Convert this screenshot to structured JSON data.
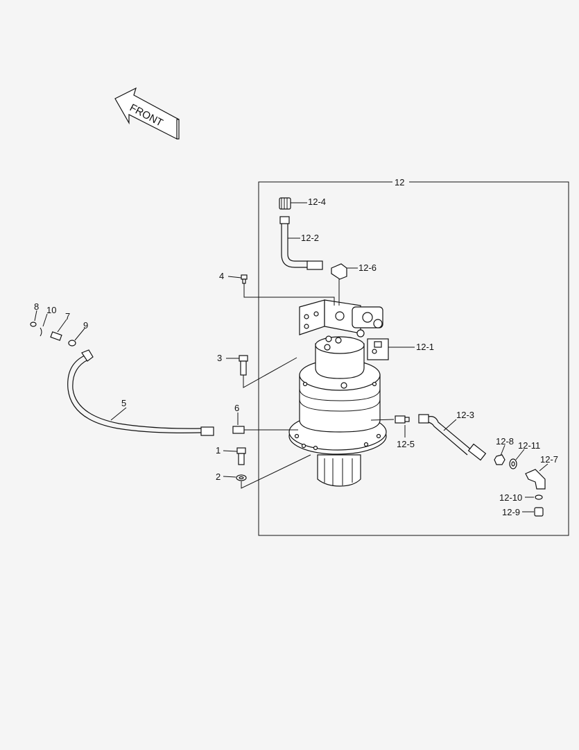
{
  "front_label": "FRONT",
  "group_label": "12",
  "callouts": {
    "c1": "1",
    "c2": "2",
    "c3": "3",
    "c4": "4",
    "c5": "5",
    "c6": "6",
    "c7": "7",
    "c8": "8",
    "c9": "9",
    "c10": "10",
    "c12_1": "12-1",
    "c12_2": "12-2",
    "c12_3": "12-3",
    "c12_4": "12-4",
    "c12_5": "12-5",
    "c12_6": "12-6",
    "c12_7": "12-7",
    "c12_8": "12-8",
    "c12_9": "12-9",
    "c12_10": "12-10",
    "c12_11": "12-11"
  }
}
